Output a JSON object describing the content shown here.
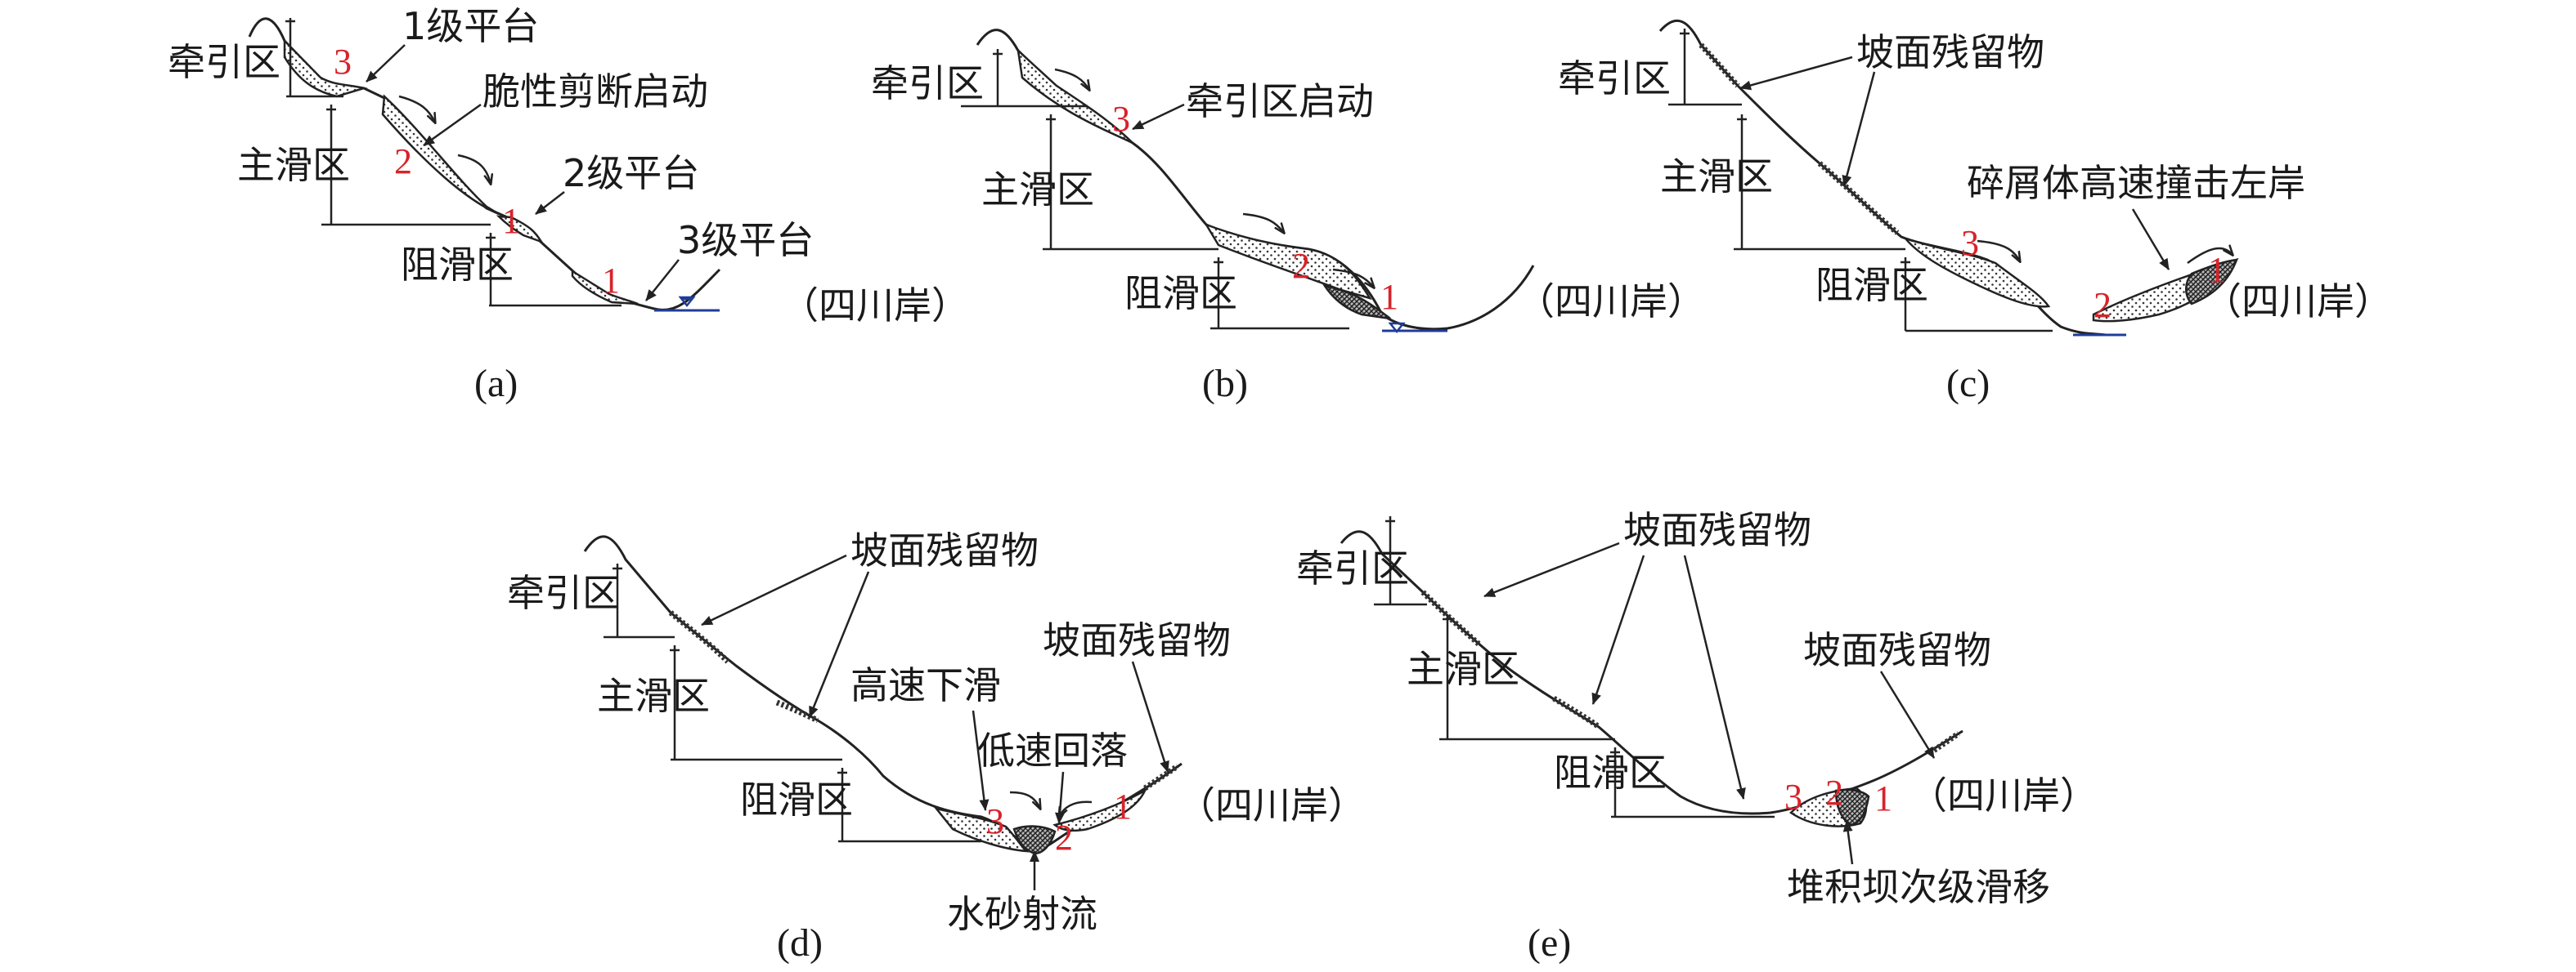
{
  "panels": [
    {
      "caption": "(a)",
      "zones": {
        "traction": "牵引区",
        "main": "主滑区",
        "resist": "阻滑区"
      },
      "labels": {
        "platform1": "1级平台",
        "brittle": "脆性剪断启动",
        "platform2": "2级平台",
        "platform3": "3级平台",
        "bank": "（四川岸）"
      },
      "markers": [
        "3",
        "2",
        "1",
        "1"
      ]
    },
    {
      "caption": "(b)",
      "zones": {
        "traction": "牵引区",
        "main": "主滑区",
        "resist": "阻滑区"
      },
      "labels": {
        "start": "牵引区启动",
        "bank": "（四川岸）"
      },
      "markers": [
        "3",
        "2",
        "1"
      ]
    },
    {
      "caption": "(c)",
      "zones": {
        "traction": "牵引区",
        "main": "主滑区",
        "resist": "阻滑区"
      },
      "labels": {
        "residue": "坡面残留物",
        "impact": "碎屑体高速撞击左岸",
        "bank": "（四川岸）"
      },
      "markers": [
        "3",
        "2",
        "1"
      ]
    },
    {
      "caption": "(d)",
      "zones": {
        "traction": "牵引区",
        "main": "主滑区",
        "resist": "阻滑区"
      },
      "labels": {
        "residue1": "坡面残留物",
        "residue2": "坡面残留物",
        "highspeed": "高速下滑",
        "lowspeed": "低速回落",
        "jet": "水砂射流",
        "bank": "（四川岸）"
      },
      "markers": [
        "3",
        "2",
        "1"
      ]
    },
    {
      "caption": "(e)",
      "zones": {
        "traction": "牵引区",
        "main": "主滑区",
        "resist": "阻滑区"
      },
      "labels": {
        "residue1": "坡面残留物",
        "residue2": "坡面残留物",
        "secondary": "堆积坝次级滑移",
        "bank": "（四川岸）"
      },
      "markers": [
        "3",
        "2",
        "1"
      ]
    }
  ]
}
